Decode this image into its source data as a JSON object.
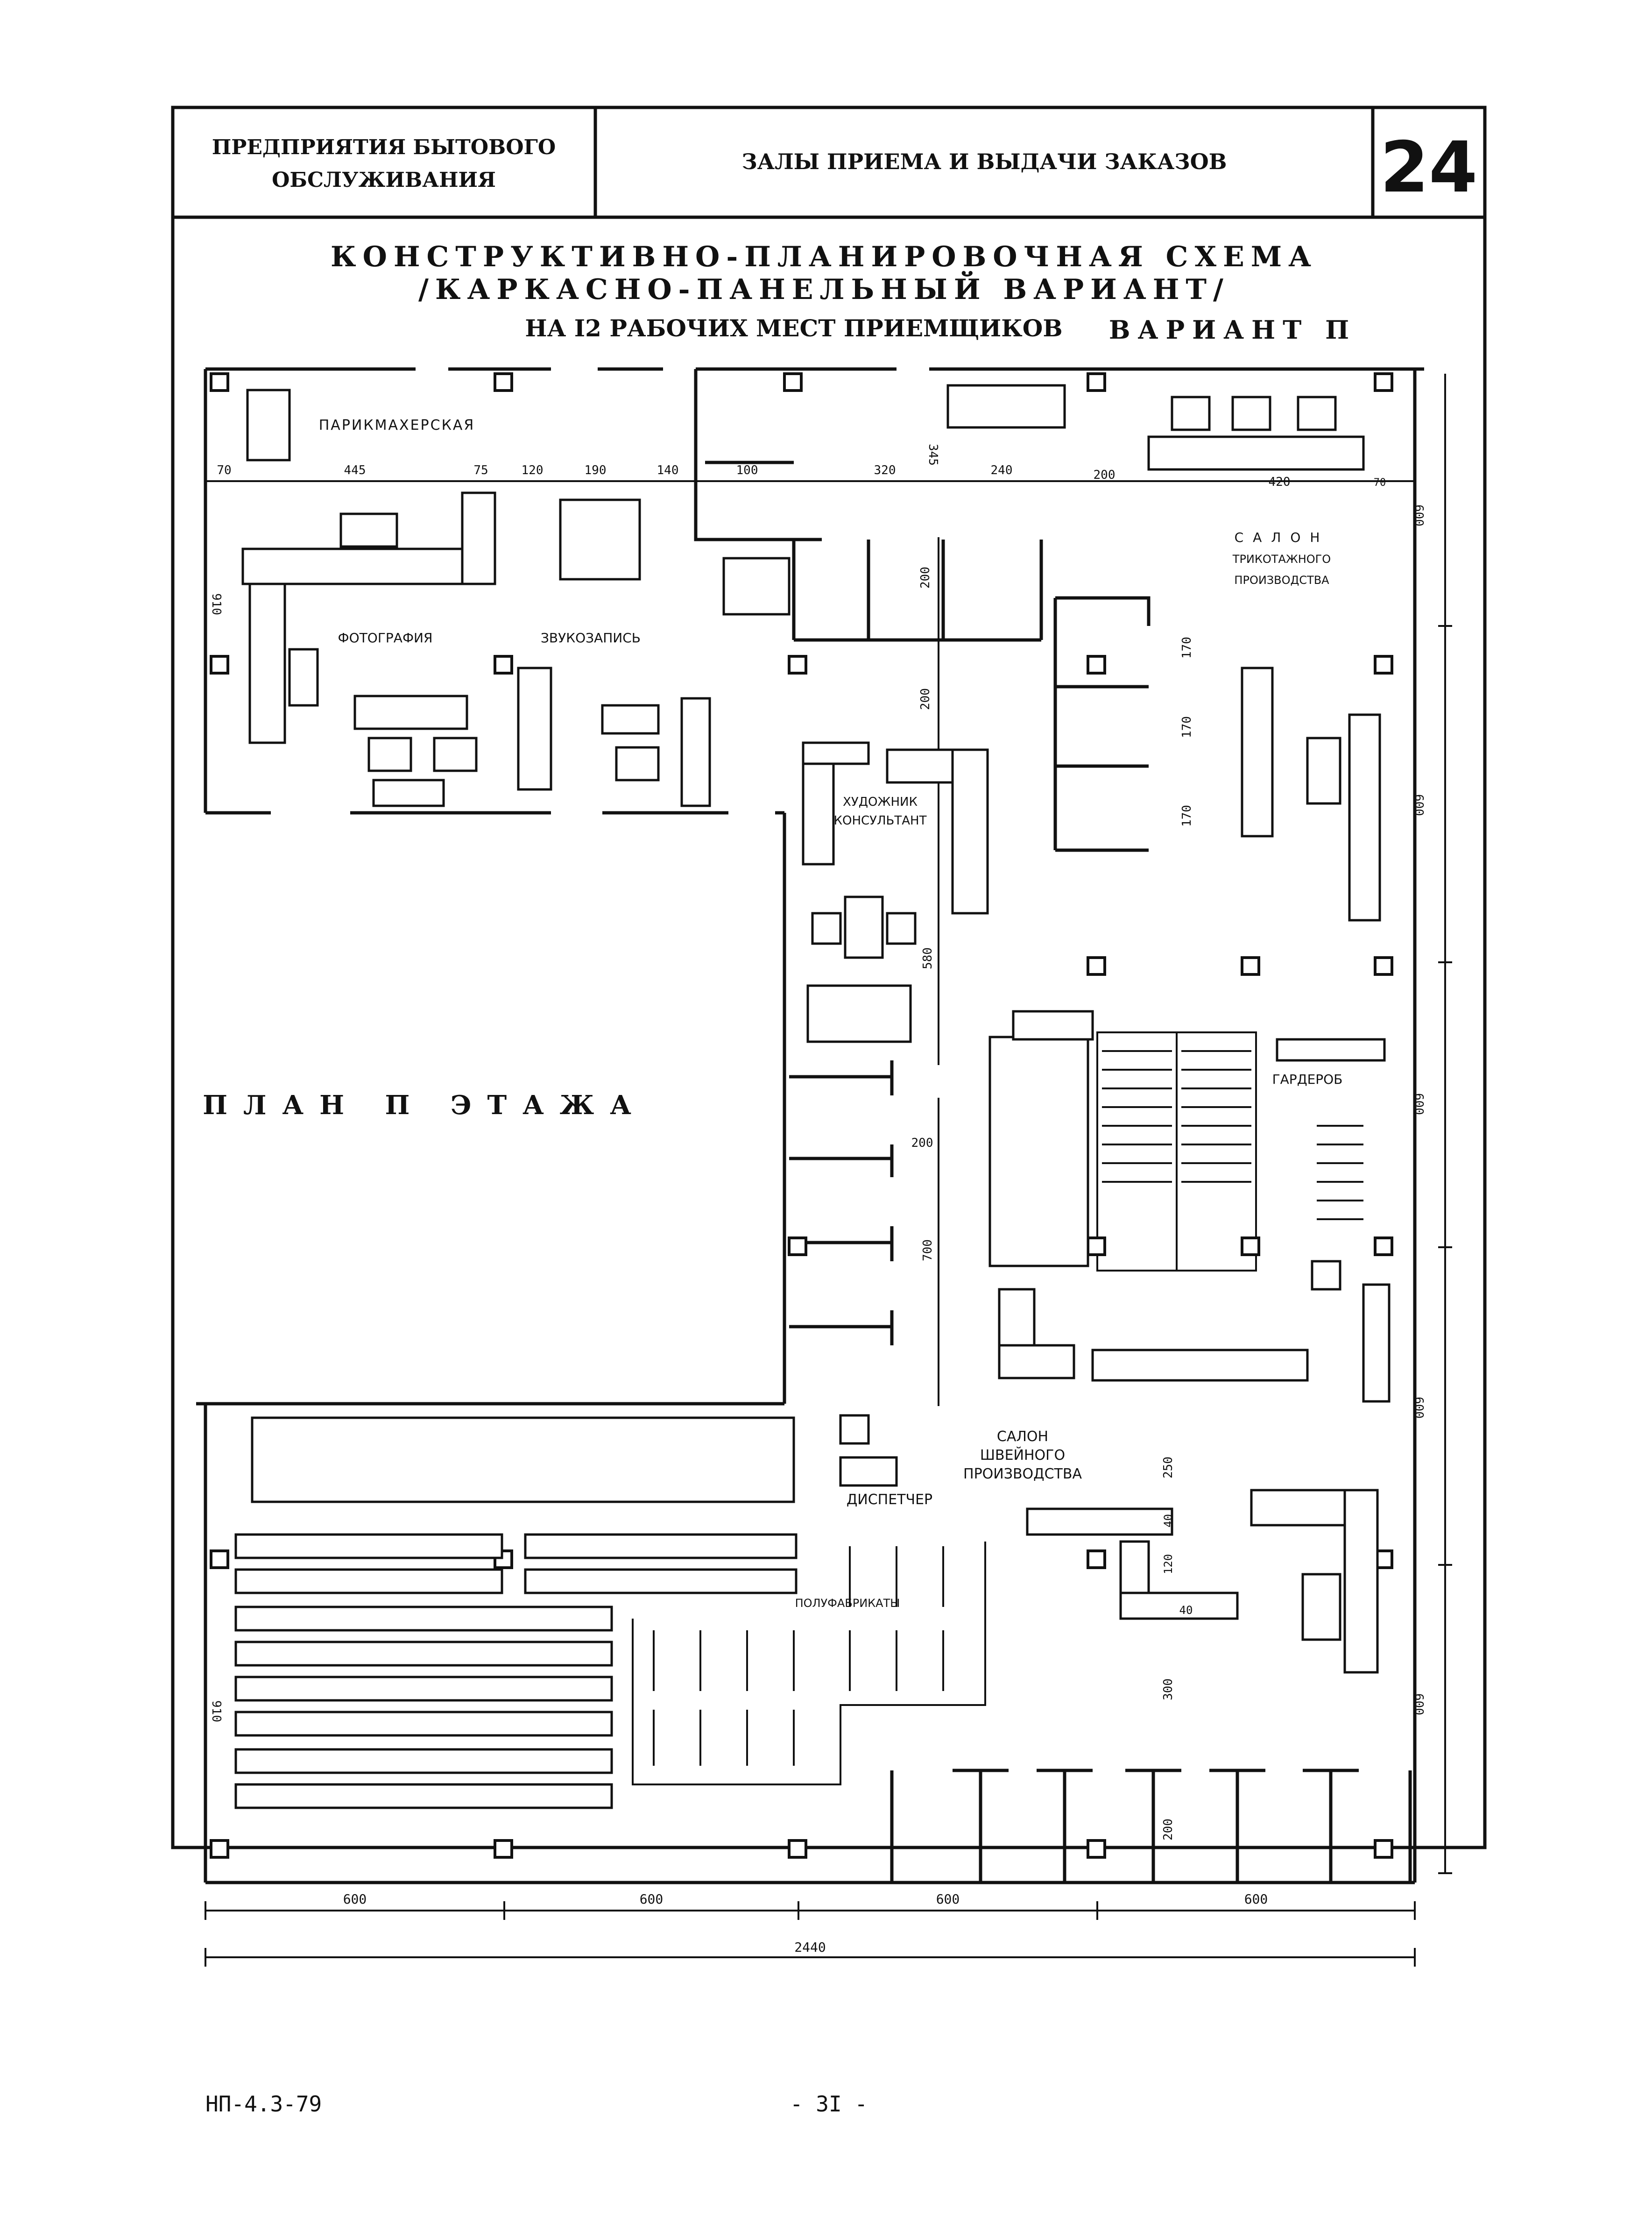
{
  "header": {
    "left_line1": "ПРЕДПРИЯТИЯ БЫТОВОГО",
    "left_line2": "ОБСЛУЖИВАНИЯ",
    "center": "ЗАЛЫ ПРИЕМА И ВЫДАЧИ ЗАКАЗОВ",
    "page_number": "24"
  },
  "title": {
    "line1": "КОНСТРУКТИВНО-ПЛАНИРОВОЧНАЯ СХЕМА",
    "line2": "/КАРКАСНО-ПАНЕЛЬНЫЙ ВАРИАНТ/",
    "line3": "НА I2 РАБОЧИХ МЕСТ ПРИЕМЩИКОВ",
    "variant": "ВАРИАНТ П"
  },
  "rooms": {
    "barber": "ПАРИКМАХЕРСКАЯ",
    "photo": "ФОТОГРАФИЯ",
    "sound": "ЗВУКОЗАПИСЬ",
    "knit_1": "САЛОН",
    "knit_2": "ТРИКОТАЖНОГО",
    "knit_3": "ПРОИЗВОДСТВА",
    "artist_1": "ХУДОЖНИК",
    "artist_2": "КОНСУЛЬТАНТ",
    "floor_plan": "ПЛАН П ЭТАЖА",
    "cloak": "ГАРДЕРОБ",
    "sew_1": "САЛОН",
    "sew_2": "ШВЕЙНОГО",
    "sew_3": "ПРОИЗВОДСТВА",
    "dispatcher": "ДИСПЕТЧЕР",
    "semi": "ПОЛУФАБРИКАТЫ"
  },
  "dims": {
    "top": [
      "70",
      "445",
      "75",
      "120",
      "190",
      "140",
      "100",
      "320",
      "240",
      "200",
      "420",
      "70"
    ],
    "v_345": "345",
    "v_910a": "910",
    "v_910b": "910",
    "v_200a": "200",
    "v_200b": "200",
    "v_170a": "170",
    "v_170b": "170",
    "v_170c": "170",
    "v_580": "580",
    "h_200": "200",
    "v_700": "700",
    "v_250": "250",
    "v_40a": "40",
    "v_120": "120",
    "v_40b": "40",
    "v_300": "300",
    "v_200c": "200",
    "right": [
      "600",
      "600",
      "600",
      "600",
      "600"
    ],
    "bottom": [
      "600",
      "600",
      "600",
      "600"
    ],
    "total": "2440"
  },
  "footer": {
    "code": "НП-4.3-79",
    "page": "- 3I -"
  }
}
